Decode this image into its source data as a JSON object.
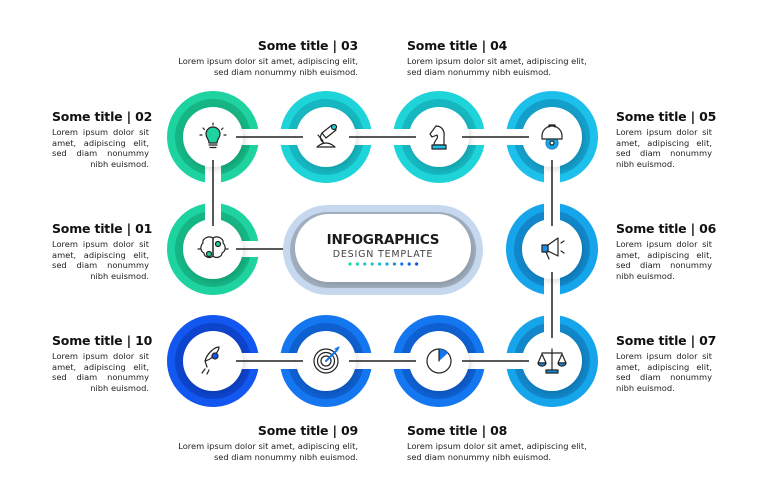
{
  "center": {
    "title": "INFOGRAPHICS",
    "subtitle": "DESIGN TEMPLATE",
    "dot_colors": [
      "#1fd6a0",
      "#1fcfb0",
      "#20c8c8",
      "#1fbfd8",
      "#1fb4e4",
      "#1aa6e8",
      "#1890ea",
      "#1578ea",
      "#1262e8",
      "#1050e4"
    ]
  },
  "colors": {
    "green": "#1fd3a0",
    "green_dark": "#15b584",
    "teal": "#1fd4d8",
    "teal_dark": "#16b7c1",
    "cyan": "#1cc0ea",
    "cyan_dark": "#149fca",
    "sky": "#16a4ea",
    "sky_dark": "#1186c8",
    "blue": "#1477f0",
    "blue_dark": "#0e5fd0",
    "royal": "#1257f0",
    "royal_dark": "#0d44cc",
    "connector": "#222222",
    "center_outer": "#c4d6ec",
    "center_inner": "#9aa8b8"
  },
  "steps": [
    {
      "number": "01",
      "title": "Some title  |  01",
      "text": "Lorem ipsum dolor sit amet, adipiscing elit, sed diam nonummy nibh euismod.",
      "icon": "brain-icon"
    },
    {
      "number": "02",
      "title": "Some title  |  02",
      "text": "Lorem ipsum dolor sit amet, adipiscing elit, sed diam nonummy nibh euismod.",
      "icon": "lightbulb-icon"
    },
    {
      "number": "03",
      "title": "Some title  |  03",
      "text_line1": "Lorem ipsum dolor sit amet, adipiscing elit,",
      "text_line2": "sed diam nonummy nibh euismod.",
      "icon": "microscope-icon"
    },
    {
      "number": "04",
      "title": "Some title  |  04",
      "text_line1": "Lorem ipsum dolor sit amet, adipiscing elit,",
      "text_line2": "sed diam nonummy nibh euismod.",
      "icon": "chess-knight-icon"
    },
    {
      "number": "05",
      "title": "Some title  |  05",
      "text": "Lorem ipsum dolor sit amet, adipiscing elit, sed diam nonummy nibh euismod.",
      "icon": "hardhat-gear-icon"
    },
    {
      "number": "06",
      "title": "Some title  |  06",
      "text": "Lorem ipsum dolor sit amet, adipiscing elit, sed diam nonummy nibh euismod.",
      "icon": "megaphone-icon"
    },
    {
      "number": "07",
      "title": "Some title  |  07",
      "text": "Lorem ipsum dolor sit amet, adipiscing elit, sed diam nonummy nibh euismod.",
      "icon": "scales-icon"
    },
    {
      "number": "08",
      "title": "Some title  |  08",
      "text_line1": "Lorem ipsum dolor sit amet, adipiscing elit,",
      "text_line2": "sed diam nonummy nibh euismod.",
      "icon": "stopwatch-icon"
    },
    {
      "number": "09",
      "title": "Some title  |  09",
      "text_line1": "Lorem ipsum dolor sit amet, adipiscing elit,",
      "text_line2": "sed diam nonummy nibh euismod.",
      "icon": "target-icon"
    },
    {
      "number": "10",
      "title": "Some title  |  10",
      "text": "Lorem ipsum dolor sit amet, adipiscing elit, sed diam nonummy nibh euismod.",
      "icon": "rocket-icon"
    }
  ]
}
